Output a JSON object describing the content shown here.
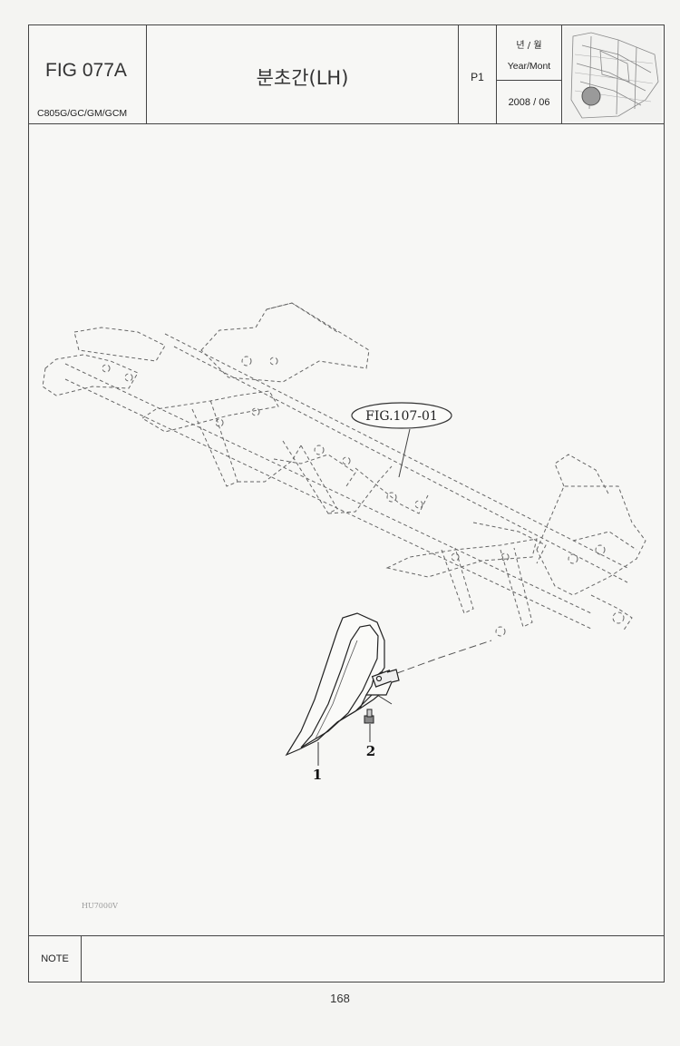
{
  "header": {
    "fig_number": "FIG 077A",
    "model": "C805G/GC/GM/GCM",
    "title": "분초간(LH)",
    "page": "P1",
    "date_label_ko": "년 / 월",
    "date_label_en": "Year/Mont",
    "date_value": "2008 / 06"
  },
  "drawing": {
    "callout_ref": "FIG.107-01",
    "parts": [
      "1",
      "2"
    ],
    "stamp": "HU7000V"
  },
  "note": {
    "label": "NOTE"
  },
  "footer": {
    "page_number": "168"
  }
}
